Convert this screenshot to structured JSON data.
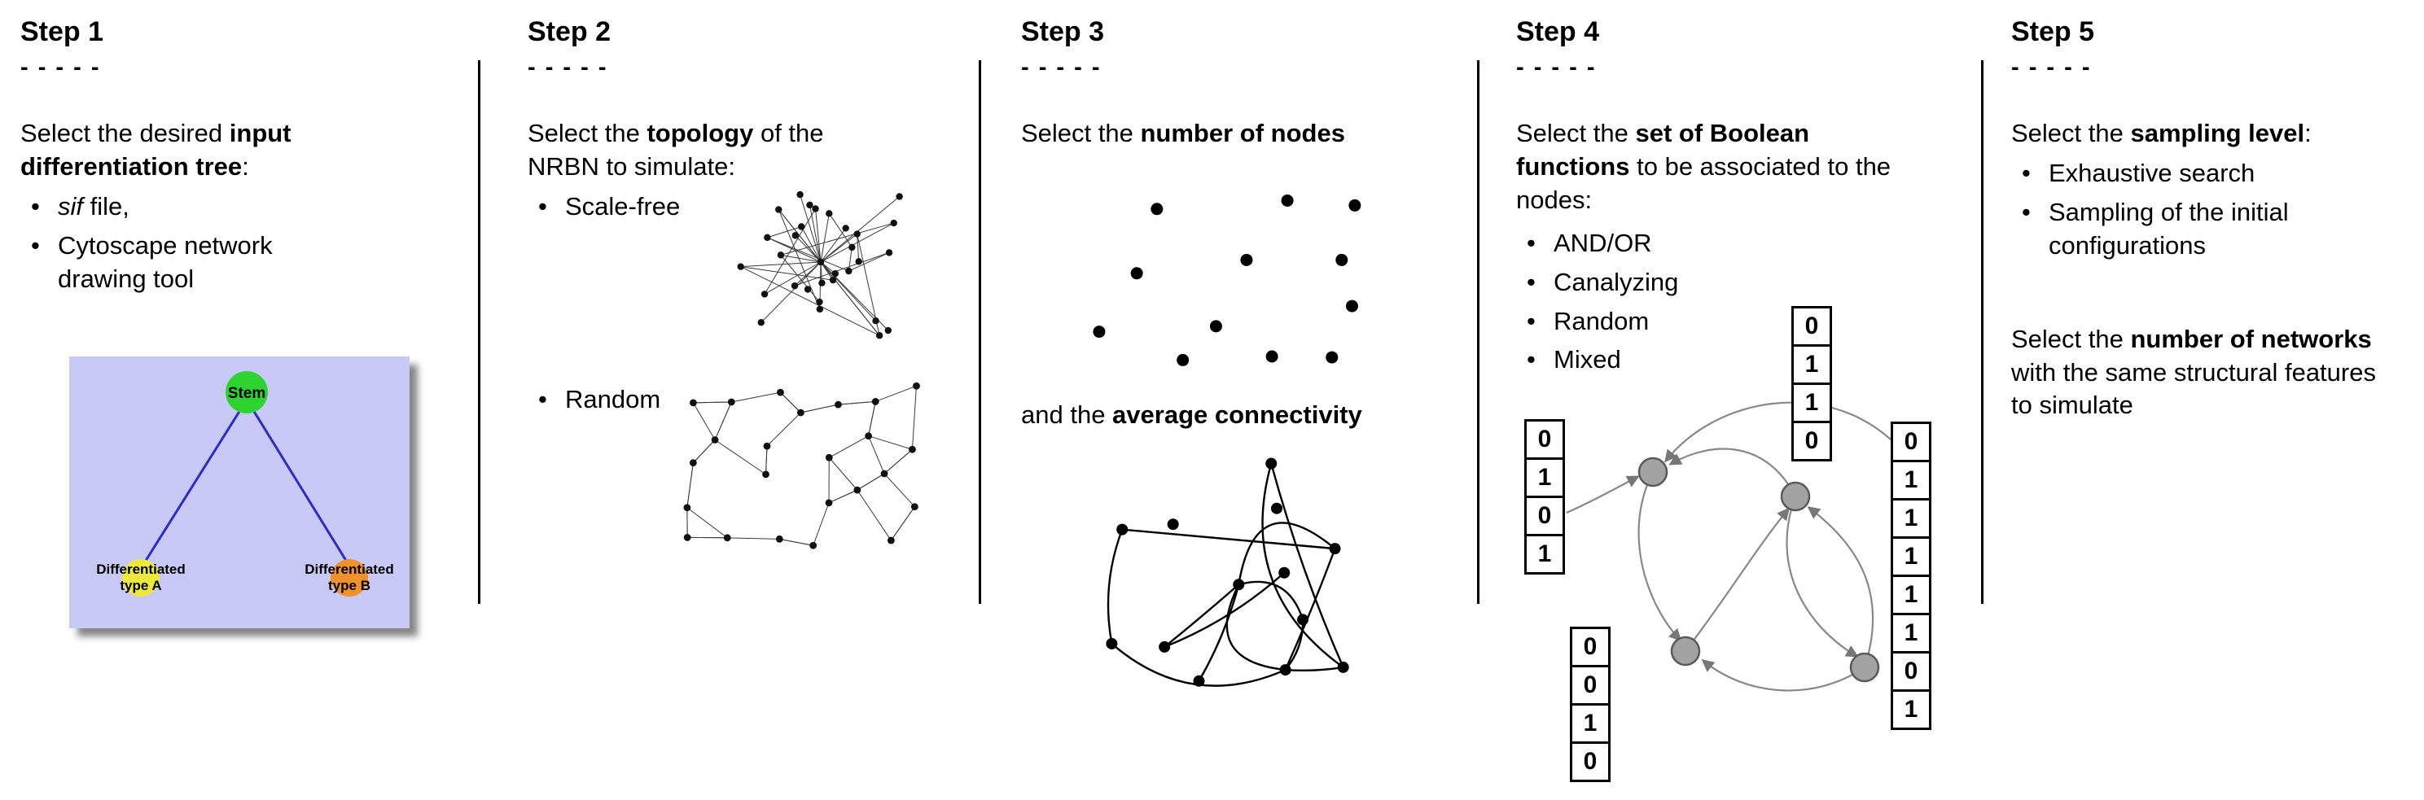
{
  "figure": {
    "steps": [
      {
        "title": "Step 1",
        "dashes": "- - - - -",
        "intro": {
          "pre": "Select the desired ",
          "bold": "input differentiation tree",
          "post": ":"
        },
        "bullets": [
          {
            "italic": "sif",
            "text": " file,"
          },
          {
            "text": "Cytoscape network drawing tool"
          }
        ],
        "tree": {
          "stem": "Stem",
          "a_line1": "Differentiated",
          "a_line2": "type A",
          "b_line1": "Differentiated",
          "b_line2": "type B",
          "colors": {
            "bg": "#c9c9f8",
            "stem": "#2fd32f",
            "type_a": "#ece93c",
            "type_b": "#f0922b",
            "edge": "#2a2ad0"
          }
        }
      },
      {
        "title": "Step 2",
        "dashes": "- - - - -",
        "intro": {
          "pre": "Select the ",
          "bold": "topology",
          "post": " of the NRBN to simulate:"
        },
        "bullets": [
          {
            "text": "Scale-free"
          },
          {
            "text": "Random"
          }
        ]
      },
      {
        "title": "Step 3",
        "dashes": "- - - - -",
        "intro": {
          "pre": "Select the ",
          "bold": "number of nodes",
          "post": ""
        },
        "second": {
          "pre": "and the ",
          "bold": "average connectivity",
          "post": ""
        }
      },
      {
        "title": "Step 4",
        "dashes": "- - - - -",
        "intro": {
          "pre": "Select the ",
          "bold": "set of Boolean functions",
          "post": " to be associated to the nodes:"
        },
        "bullets": [
          {
            "text": "AND/OR"
          },
          {
            "text": "Canalyzing"
          },
          {
            "text": "Random"
          },
          {
            "text": "Mixed"
          }
        ],
        "tables": {
          "top": [
            "0",
            "1",
            "1",
            "0"
          ],
          "left": [
            "0",
            "1",
            "0",
            "1"
          ],
          "bottom": [
            "0",
            "0",
            "1",
            "0"
          ],
          "right": [
            "0",
            "1",
            "1",
            "1",
            "1",
            "1",
            "0",
            "1"
          ]
        }
      },
      {
        "title": "Step 5",
        "dashes": "- - - - -",
        "intro": {
          "pre": "Select the ",
          "bold": "sampling level",
          "post": ":"
        },
        "bullets": [
          {
            "text": "Exhaustive search"
          },
          {
            "text": "Sampling of the initial configurations"
          }
        ],
        "second": {
          "pre": "Select the ",
          "bold": "number of networks",
          "post": " with the same structural features to simulate"
        }
      }
    ]
  }
}
